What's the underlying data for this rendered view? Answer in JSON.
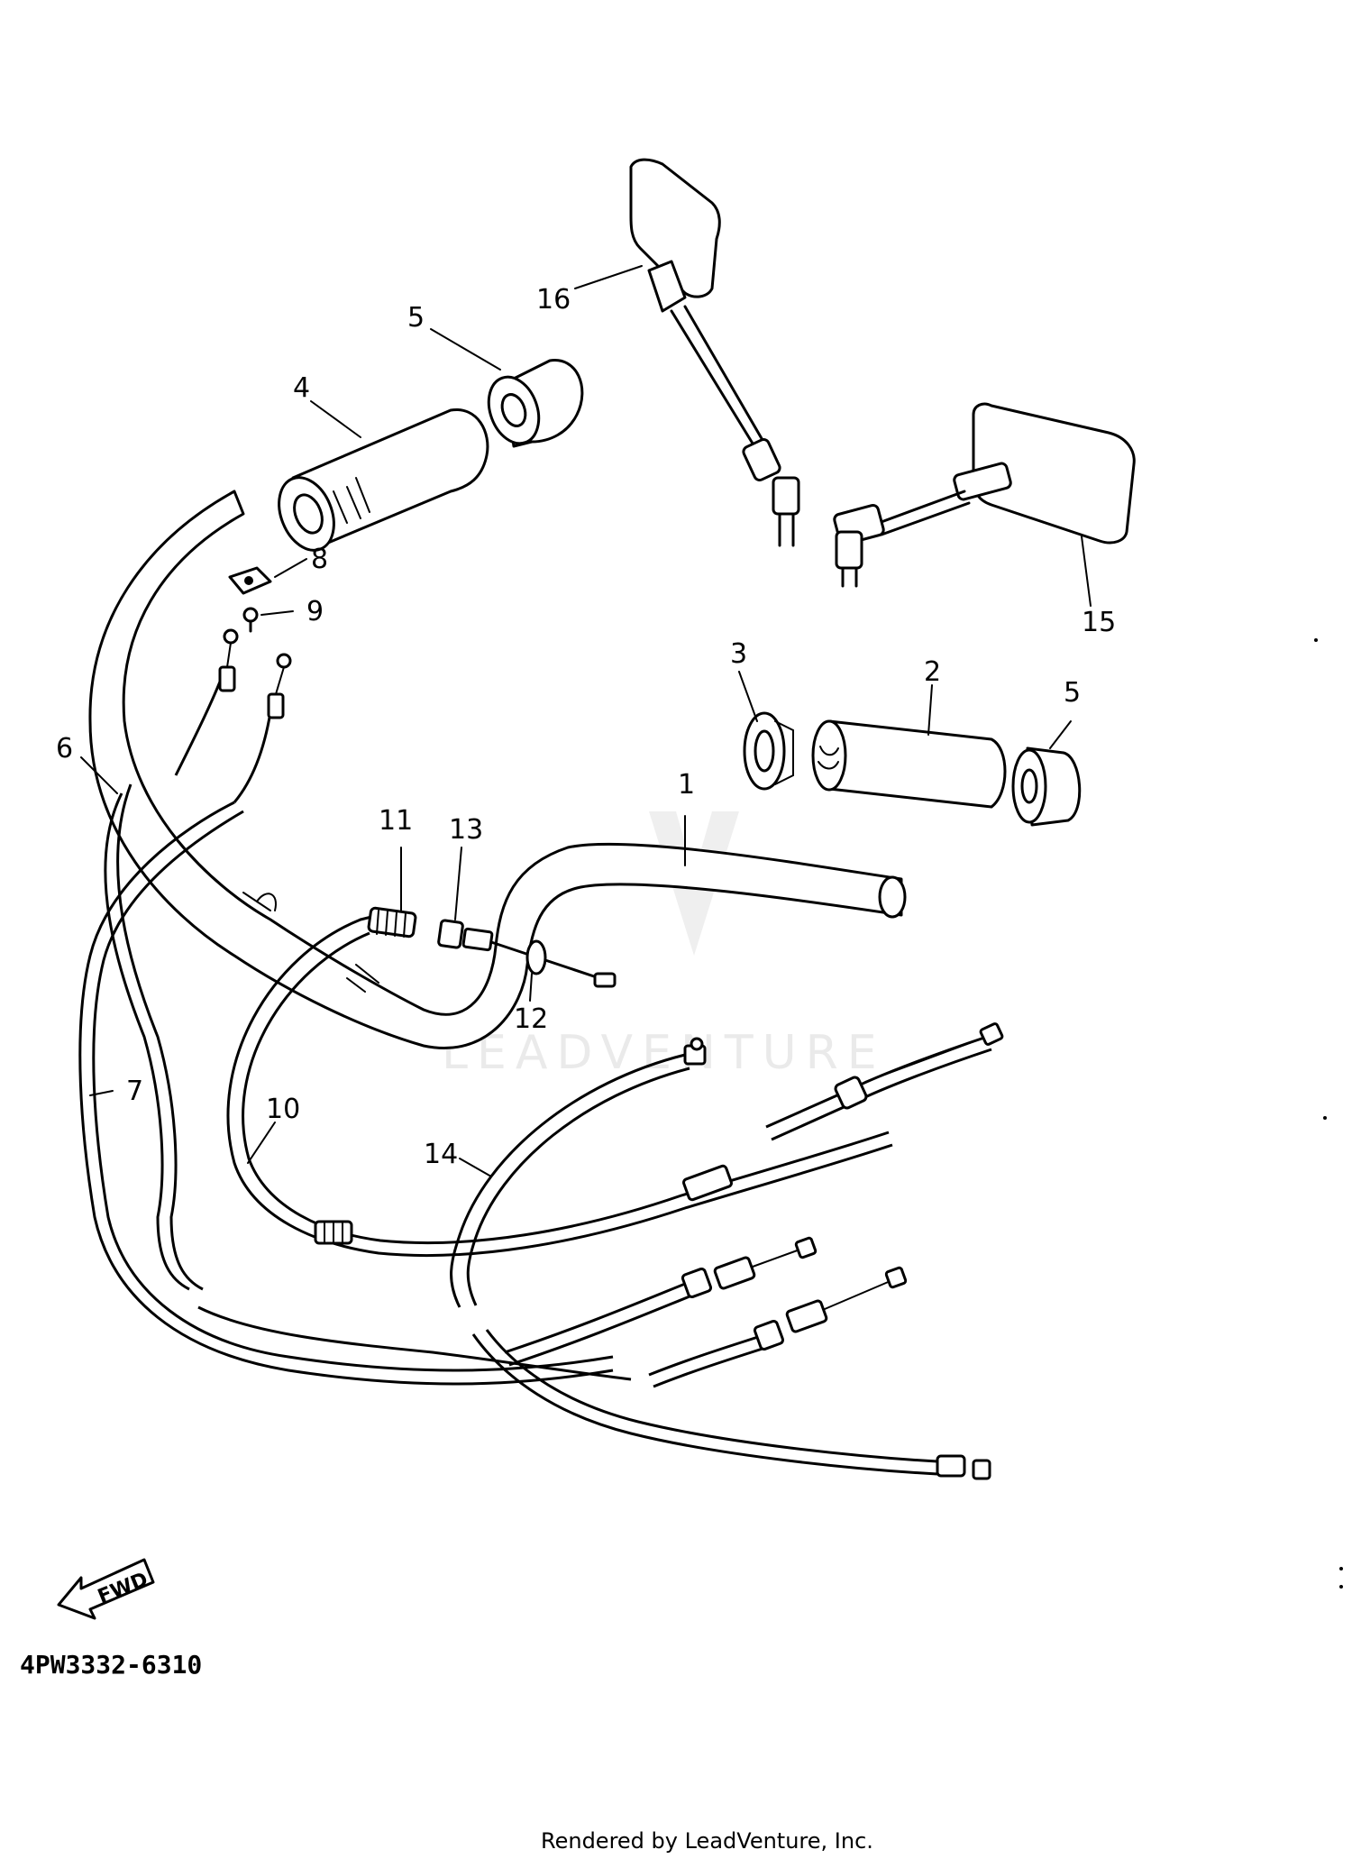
{
  "callouts": [
    {
      "id": "1",
      "label": "1"
    },
    {
      "id": "2",
      "label": "2"
    },
    {
      "id": "3",
      "label": "3"
    },
    {
      "id": "4",
      "label": "4"
    },
    {
      "id": "5a",
      "label": "5"
    },
    {
      "id": "5b",
      "label": "5"
    },
    {
      "id": "6",
      "label": "6"
    },
    {
      "id": "7",
      "label": "7"
    },
    {
      "id": "8",
      "label": "8"
    },
    {
      "id": "9",
      "label": "9"
    },
    {
      "id": "10",
      "label": "10"
    },
    {
      "id": "11",
      "label": "11"
    },
    {
      "id": "12",
      "label": "12"
    },
    {
      "id": "13",
      "label": "13"
    },
    {
      "id": "14",
      "label": "14"
    },
    {
      "id": "15",
      "label": "15"
    },
    {
      "id": "16",
      "label": "16"
    }
  ],
  "fwd_label": "FWD",
  "part_number": "4PW3332-6310",
  "watermark": "LEADVENTURE",
  "footer": "Rendered by LeadVenture, Inc.",
  "colors": {
    "line": "#000000",
    "background": "#ffffff",
    "watermark": "#d9d9d9"
  }
}
